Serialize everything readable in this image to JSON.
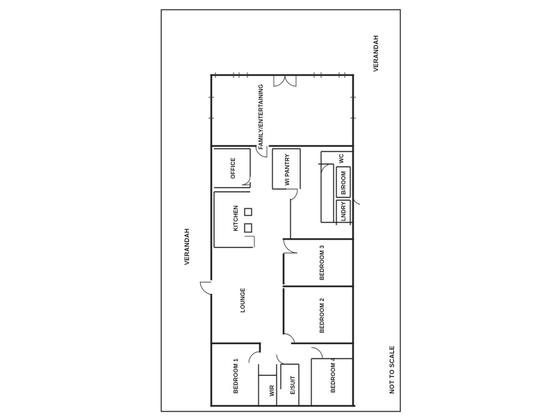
{
  "labels": {
    "verandah_left": "VERANDAH",
    "verandah_right": "VERANDAH",
    "not_to_scale": "NOT TO SCALE",
    "family": "FAMILY/ENTERTAINING",
    "office": "OFFICE",
    "wi_pantry": "WI PANTRY",
    "wc": "WC",
    "bathroom": "B/ROOM",
    "laundry": "LNDRY",
    "kitchen": "KITCHEN",
    "lounge": "LOUNGE",
    "bedroom_3": "BEDROOM 3",
    "bedroom_2": "BEDROOM 2",
    "bedroom_1": "BEDROOM 1",
    "bedroom_4": "BEDROOM 4",
    "wir": "WIR",
    "ensuite": "E/SUIT"
  }
}
